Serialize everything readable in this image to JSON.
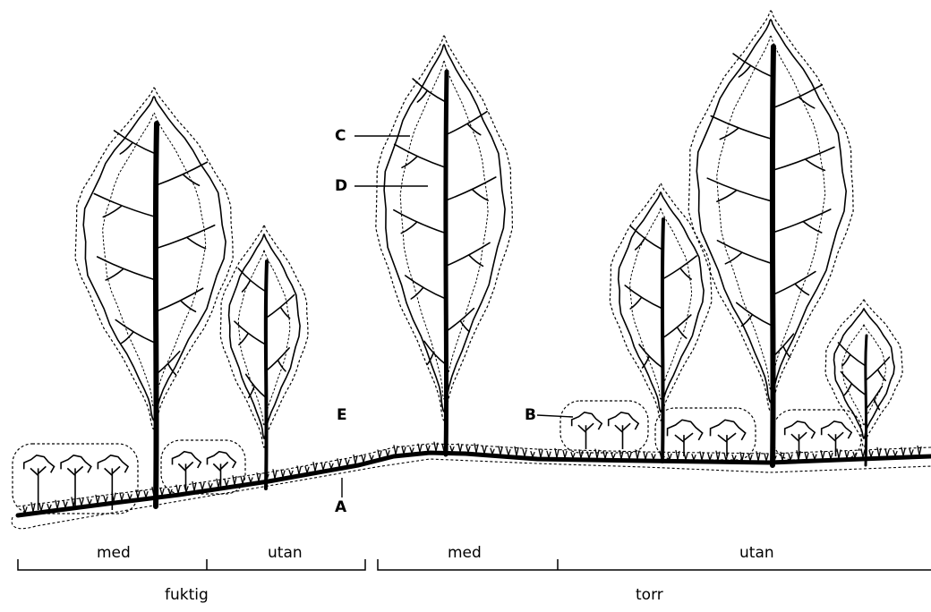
{
  "labels": {
    "A": "A",
    "B": "B",
    "C": "C",
    "D": "D",
    "E": "E"
  },
  "segments": [
    "med",
    "utan",
    "med",
    "utan"
  ],
  "groups": [
    "fuktig",
    "torr"
  ]
}
